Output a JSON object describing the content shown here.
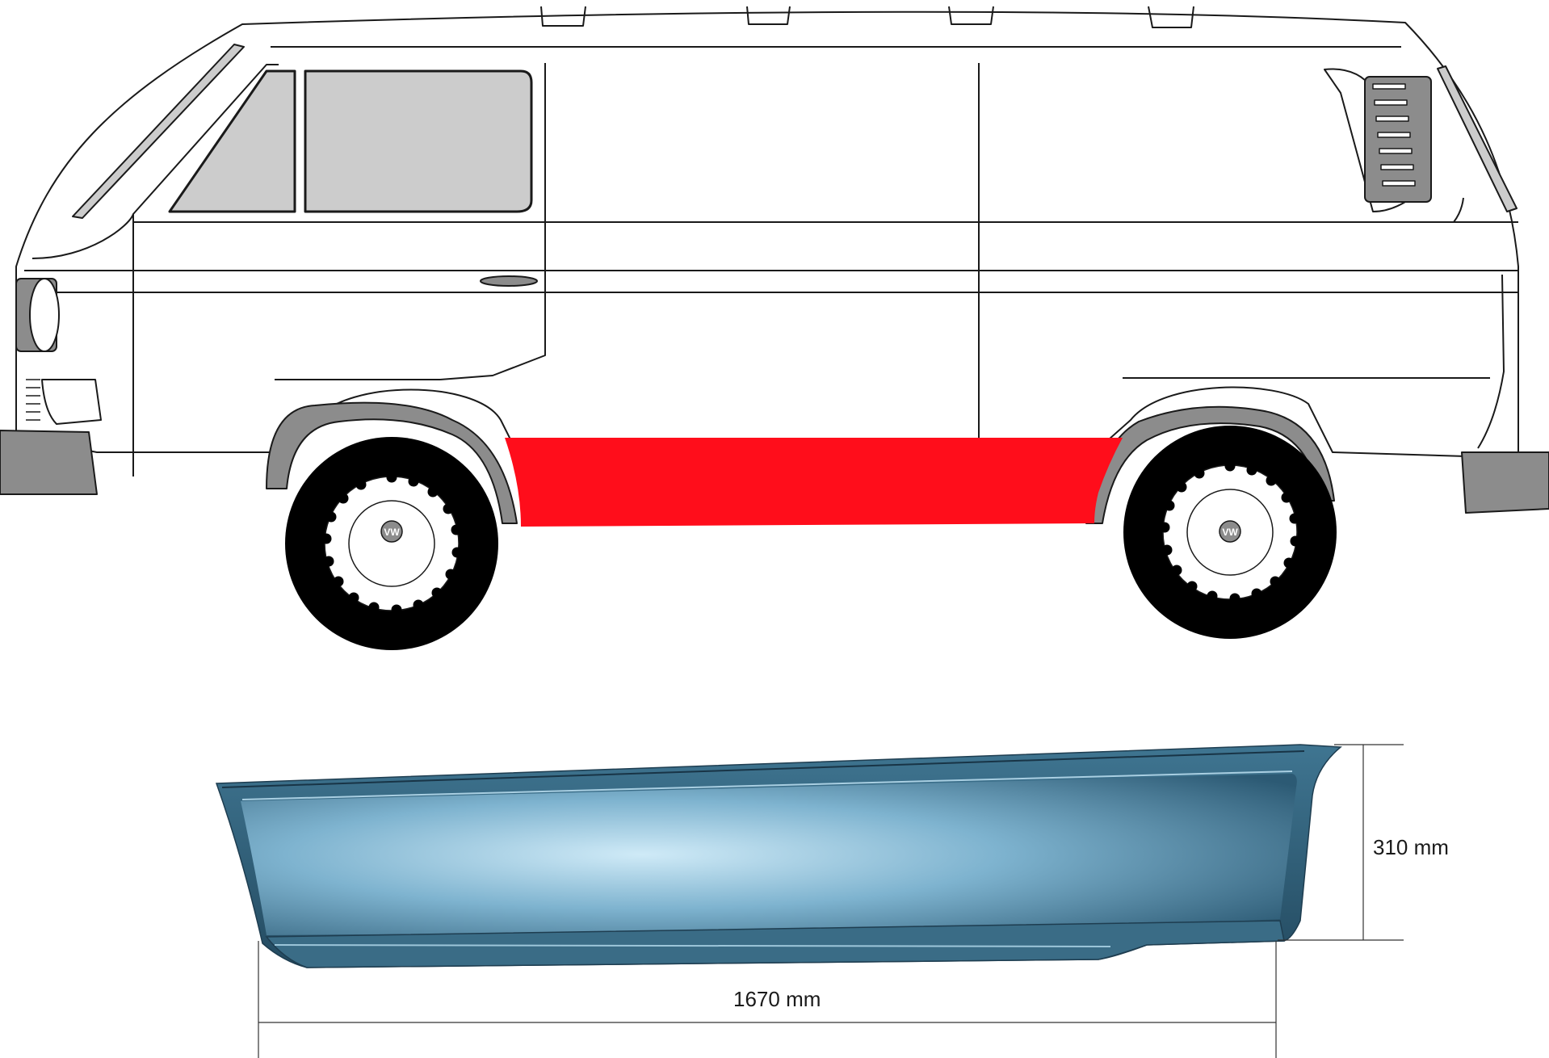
{
  "dimensions": {
    "height": "310 mm",
    "length": "1670 mm"
  },
  "colors": {
    "highlight": "#ff0d1b",
    "panel_dark": "#2f5f7a",
    "panel_light": "#c7e6f5",
    "trim_gray": "#8c8c8c",
    "glass_gray": "#cccccc",
    "outline": "#1a1a1a"
  },
  "badges": {
    "front": "VW",
    "rear": "VW"
  }
}
